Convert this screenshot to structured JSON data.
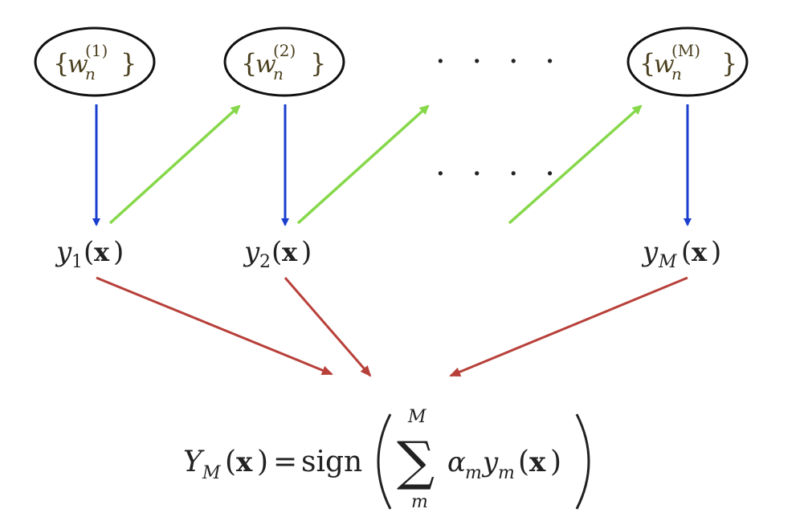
{
  "weight_nodes": [
    {
      "symbol": "w",
      "subscript": "n",
      "superscript": "(1)"
    },
    {
      "symbol": "w",
      "subscript": "n",
      "superscript": "(2)"
    },
    {
      "symbol": "w",
      "subscript": "n",
      "superscript": "(M)"
    }
  ],
  "classifier_nodes": [
    {
      "symbol": "y",
      "subscript": "1",
      "arg": "x"
    },
    {
      "symbol": "y",
      "subscript": "2",
      "arg": "x"
    },
    {
      "symbol": "y",
      "subscript": "M",
      "arg": "x"
    }
  ],
  "ellipsis": ". . . .",
  "output": {
    "lhs_symbol": "Y",
    "lhs_subscript": "M",
    "arg": "x",
    "equals": "=",
    "function": "sign",
    "sum_upper": "M",
    "sum_lower": "m",
    "alpha": "α",
    "alpha_subscript": "m",
    "y": "y",
    "y_subscript": "m"
  },
  "colors": {
    "weight_to_classifier": "#1a3fcf",
    "sequential": "#86d84a",
    "to_output": "#b8403a",
    "node_outline": "#111111"
  }
}
